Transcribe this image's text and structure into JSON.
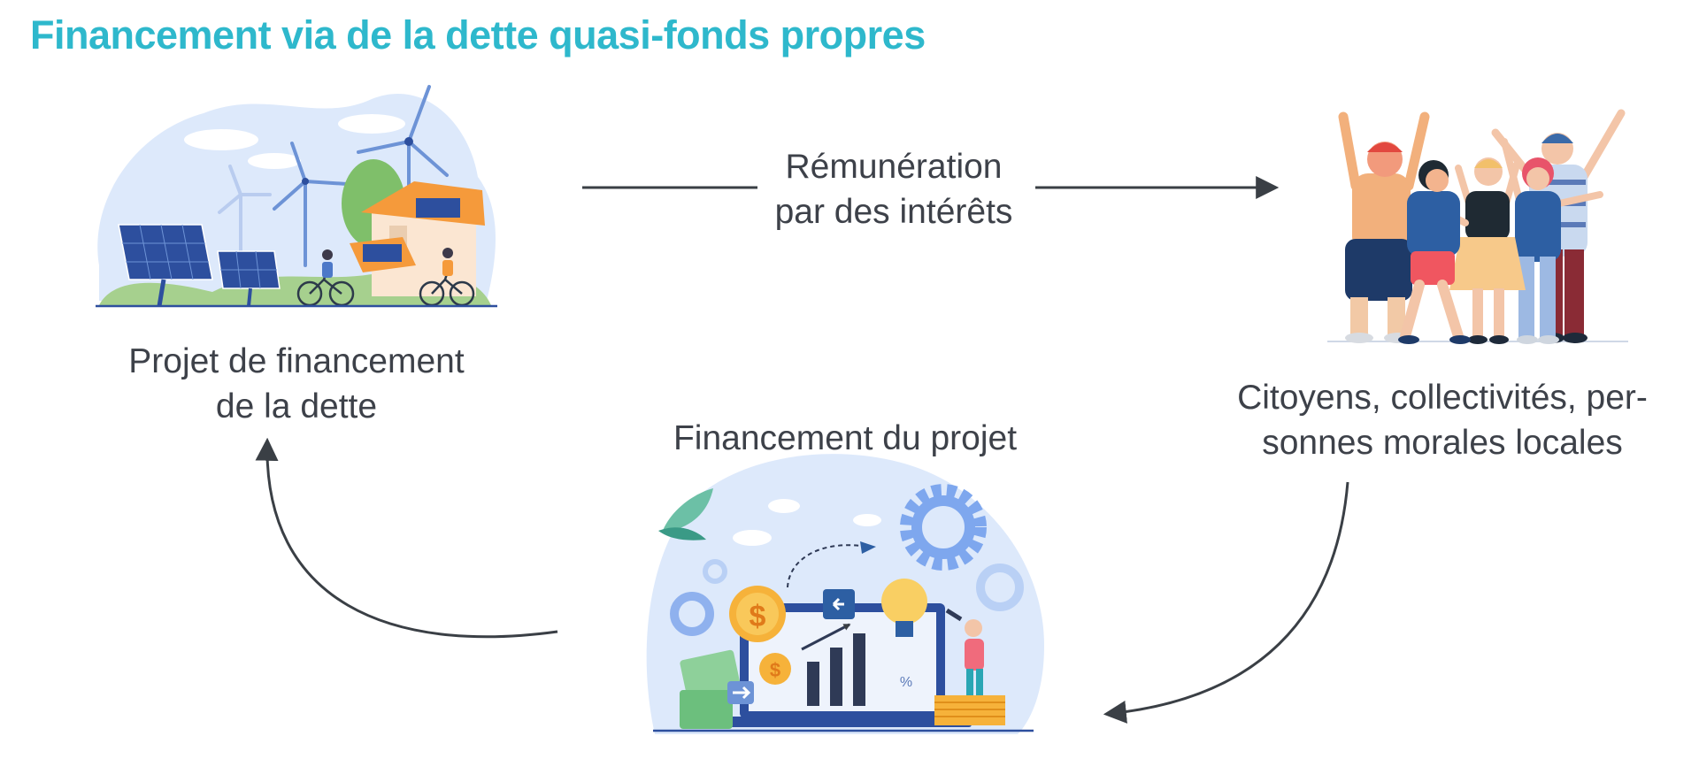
{
  "title": "Financement via de la dette quasi-fonds propres",
  "colors": {
    "title": "#2eb8cc",
    "text": "#3d4149",
    "arrow": "#3a3f45",
    "solar_panel": "#2d4f9e",
    "wind_turbine": "#6d93d6",
    "house_roof": "#f59a3b",
    "ground": "#a6d08e",
    "blob_background": "#dde9fb"
  },
  "nodes": {
    "project": {
      "line1": "Projet de financement",
      "line2": "de la dette",
      "icon": "renewable-energy-icon"
    },
    "citizens": {
      "line1": "Citoyens, collectivités, per-",
      "line2": "sonnes morales locales",
      "icon": "people-group-icon"
    },
    "financing": {
      "line1": "Financement du projet",
      "icon": "finance-laptop-icon"
    }
  },
  "edges": {
    "interest": {
      "line1": "Rémunération",
      "line2": "par des intérêts"
    }
  }
}
